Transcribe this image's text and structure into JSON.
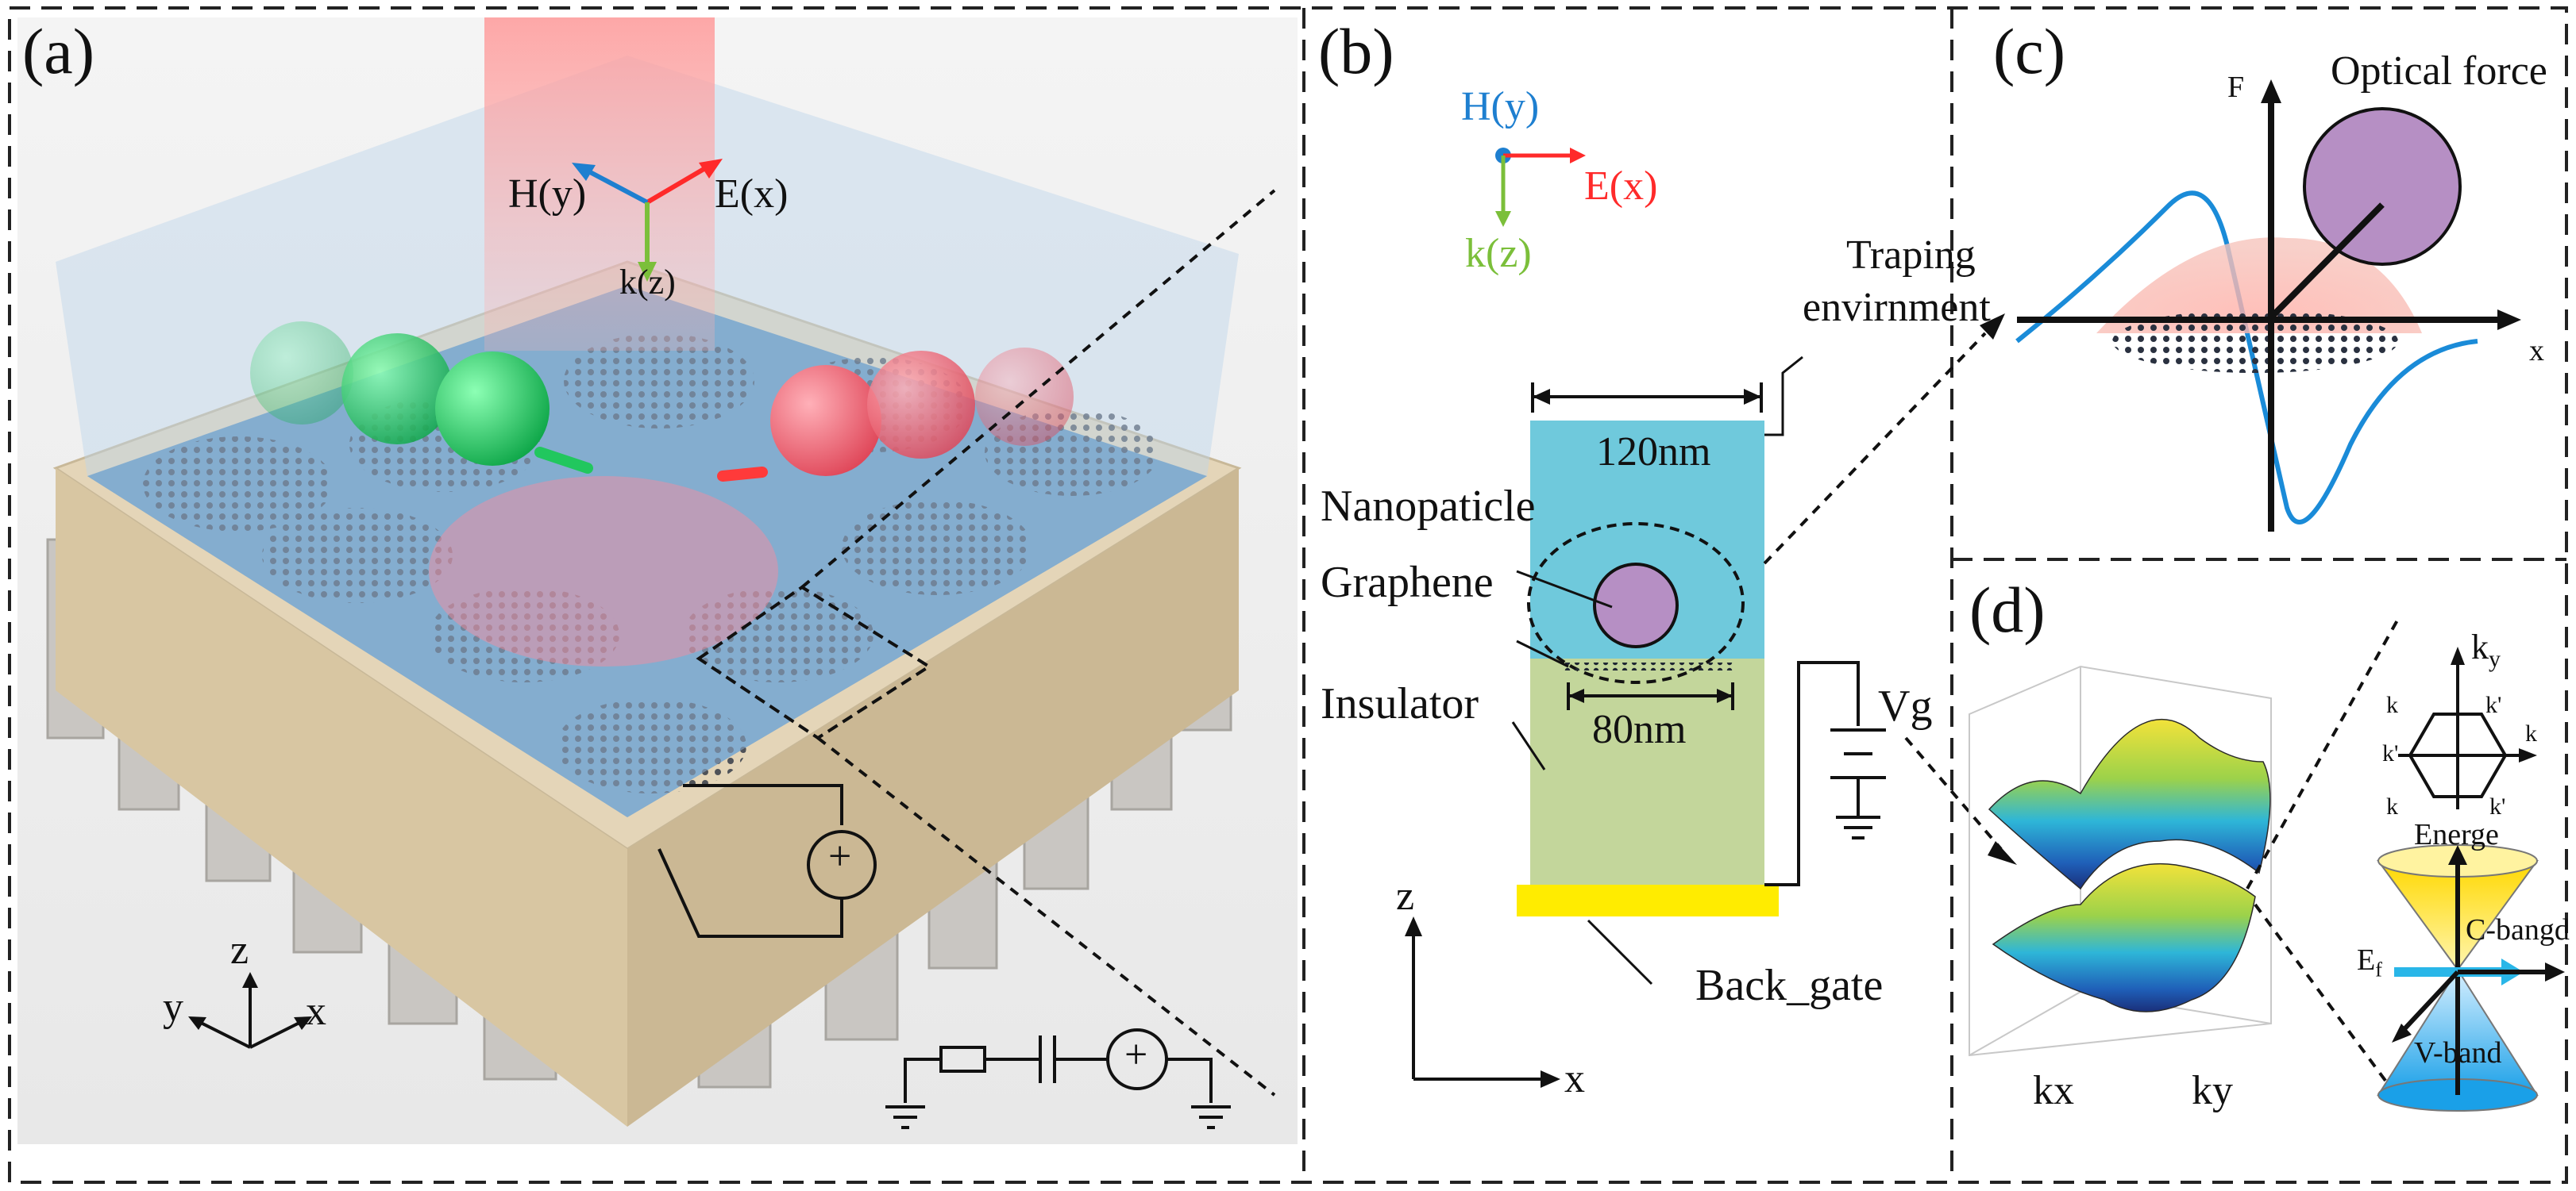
{
  "panels": {
    "a": {
      "label": "(a)",
      "field_axes": {
        "h": "H(y)",
        "e": "E(x)",
        "k": "k(z)"
      },
      "coord_axes": {
        "z": "z",
        "y": "y",
        "x": "x"
      }
    },
    "b": {
      "label": "(b)",
      "field_axes": {
        "h": "H(y)",
        "e": "E(x)",
        "k": "k(z)"
      },
      "trap_env": [
        "Traping",
        "envirnment"
      ],
      "dim_top": "120nm",
      "dim_bottom": "80nm",
      "nanoparticle": "Nanopaticle",
      "graphene": "Graphene",
      "insulator": "Insulator",
      "voltage": "Vg",
      "back_gate": "Back_gate",
      "axis_z": "z",
      "axis_x": "x"
    },
    "c": {
      "label": "(c)",
      "title": "Optical force",
      "axis_f": "F",
      "axis_x": "x"
    },
    "d": {
      "label": "(d)",
      "axis_kx": "kx",
      "axis_ky": "ky",
      "k_y": "k",
      "k_y_sub": "y",
      "bz_k": "k",
      "bz_kp": "k'",
      "energy": "Energe",
      "cband": "C-bangd",
      "vband": "V-band",
      "ef": "E",
      "ef_sub": "f"
    }
  },
  "colors": {
    "e_field": "#ff2a2a",
    "h_field": "#1e7fd0",
    "k_vector": "#7bbf3a",
    "curve": "#1a8bd8",
    "particle": "#b68fc4",
    "water": "#6fc9dc",
    "insulator": "#c3d69b",
    "back_gate": "#ffec00"
  }
}
